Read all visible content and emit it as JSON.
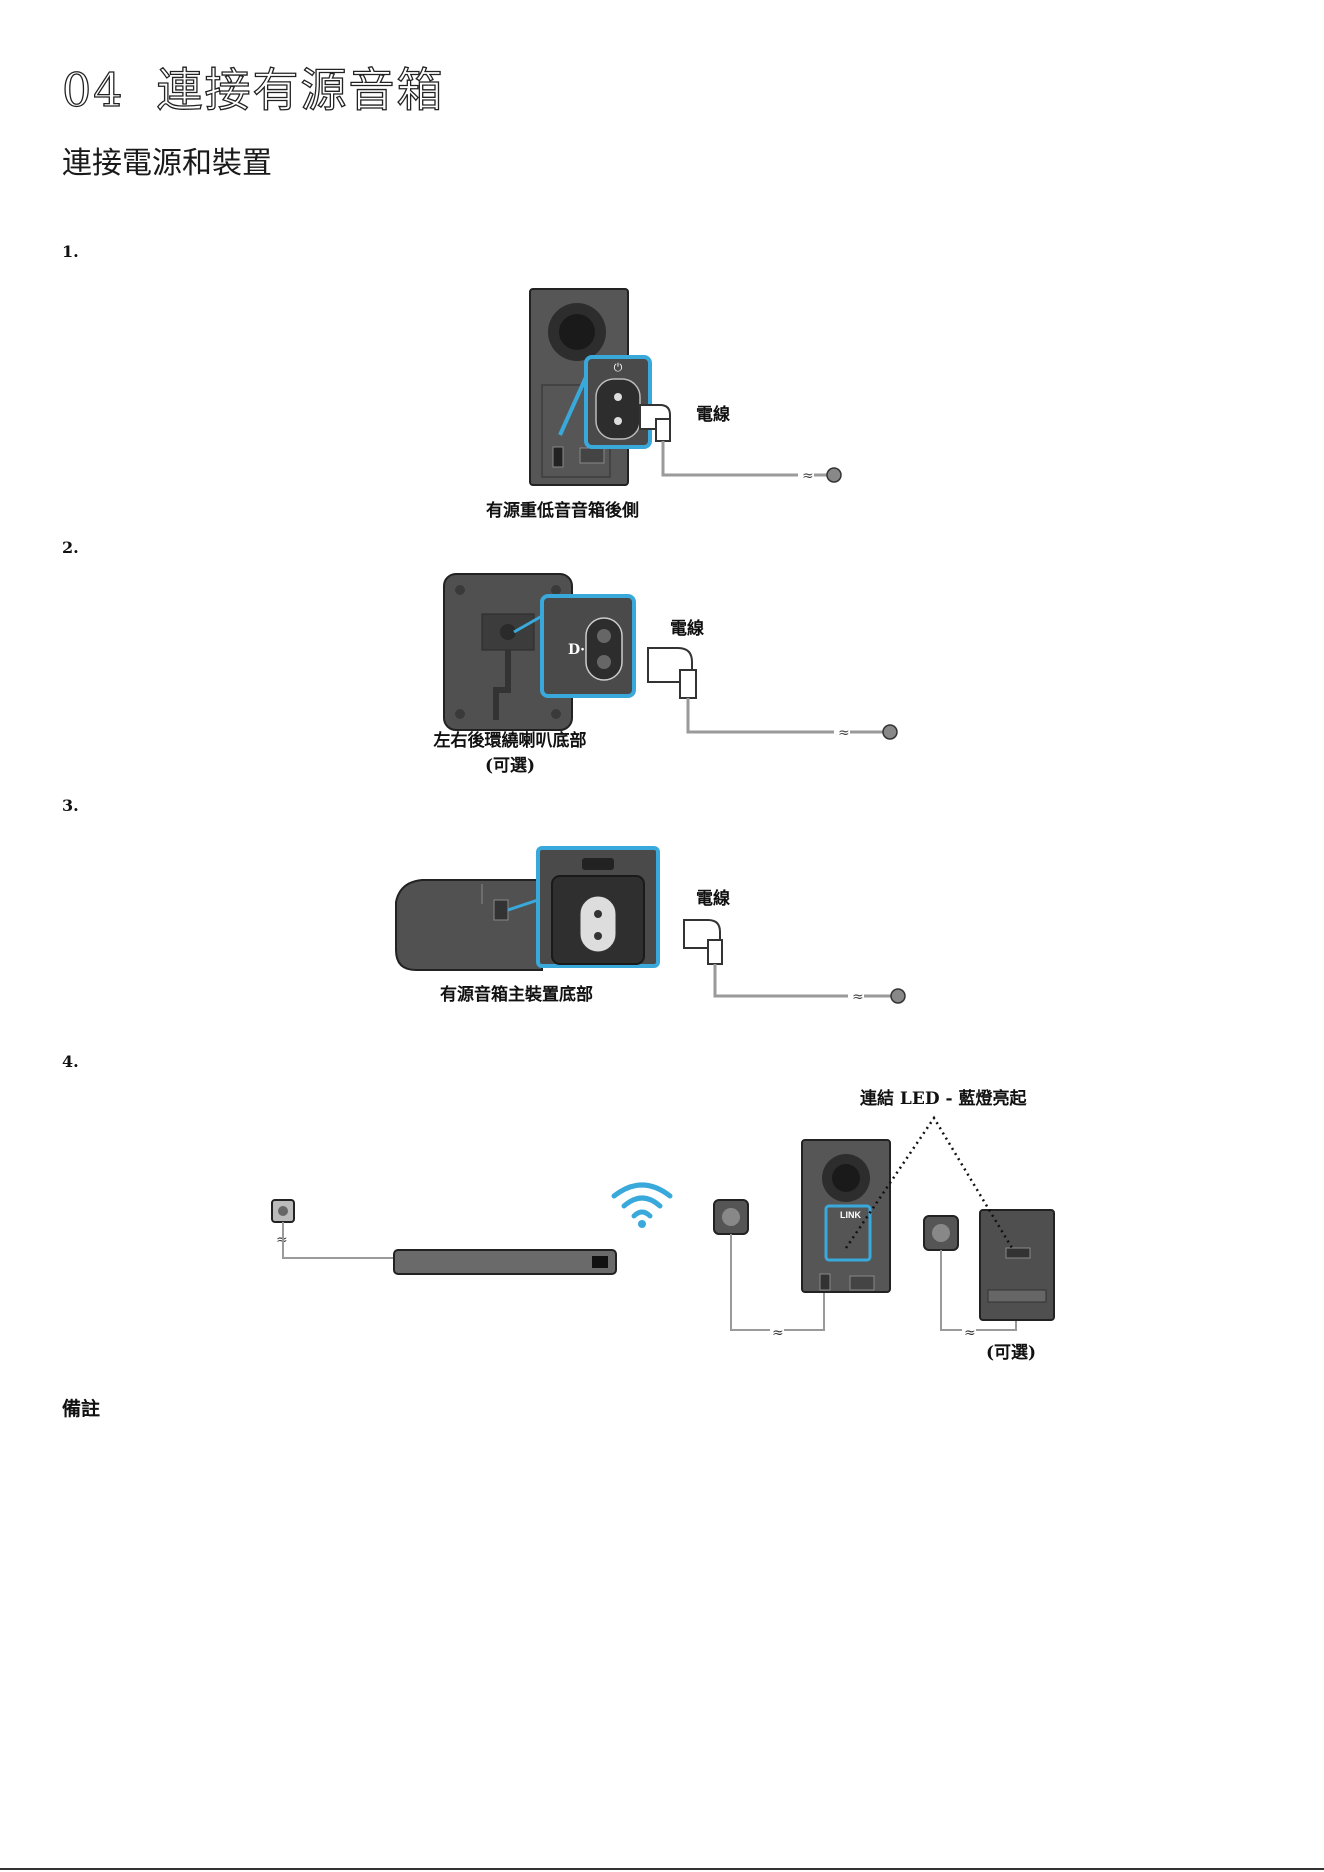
{
  "header": {
    "chapter_number": "04",
    "chapter_title": "連接有源音箱",
    "section_title": "連接電源和裝置"
  },
  "steps": [
    {
      "number": "1.",
      "callout": "電線",
      "caption": "有源重低音音箱後側"
    },
    {
      "number": "2.",
      "callout": "電線",
      "caption_line1": "左右後環繞喇叭底部",
      "caption_line2": "(可選)"
    },
    {
      "number": "3.",
      "callout": "電線",
      "caption": "有源音箱主裝置底部"
    },
    {
      "number": "4.",
      "link_label": "連結 LED - 藍燈亮起",
      "optional_label": "(可選)",
      "panel_text": "LINK"
    }
  ],
  "notes": {
    "heading": "備註"
  },
  "icons": [
    "power-outlet-icon",
    "power-plug-icon",
    "power-cord-icon",
    "wifi-icon",
    "link-led-icon"
  ],
  "colors": {
    "highlight": "#39a9dc",
    "device": "#555555",
    "cable": "#9a9a9a"
  }
}
